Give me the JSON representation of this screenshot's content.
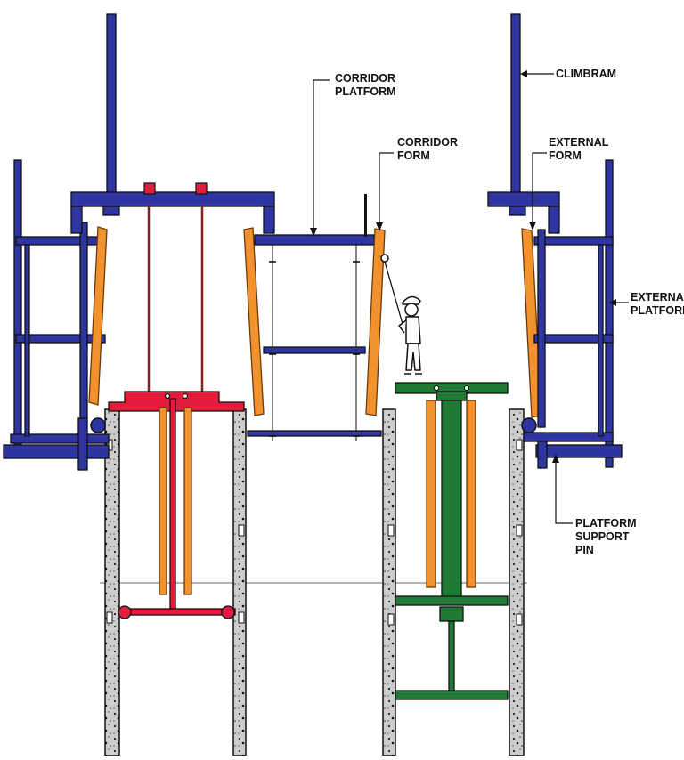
{
  "labels": {
    "corridor_platform": [
      "CORRIDOR",
      "PLATFORM"
    ],
    "corridor_form": [
      "CORRIDOR",
      "FORM"
    ],
    "climbram": [
      "CLIMBRAM"
    ],
    "external_form": [
      "EXTERNAL",
      "FORM"
    ],
    "external_platform": [
      "EXTERNAL",
      "PLATFORM"
    ],
    "platform_support_pin": [
      "PLATFORM",
      "SUPPORT",
      "PIN"
    ]
  },
  "colors": {
    "steel": "#2e35a0",
    "form": "#f2922f",
    "form_stroke": "#6b3a0a",
    "core_red": "#e21d3c",
    "green": "#1f7a35",
    "concrete": "#c8c8c8",
    "outline": "#111111"
  }
}
